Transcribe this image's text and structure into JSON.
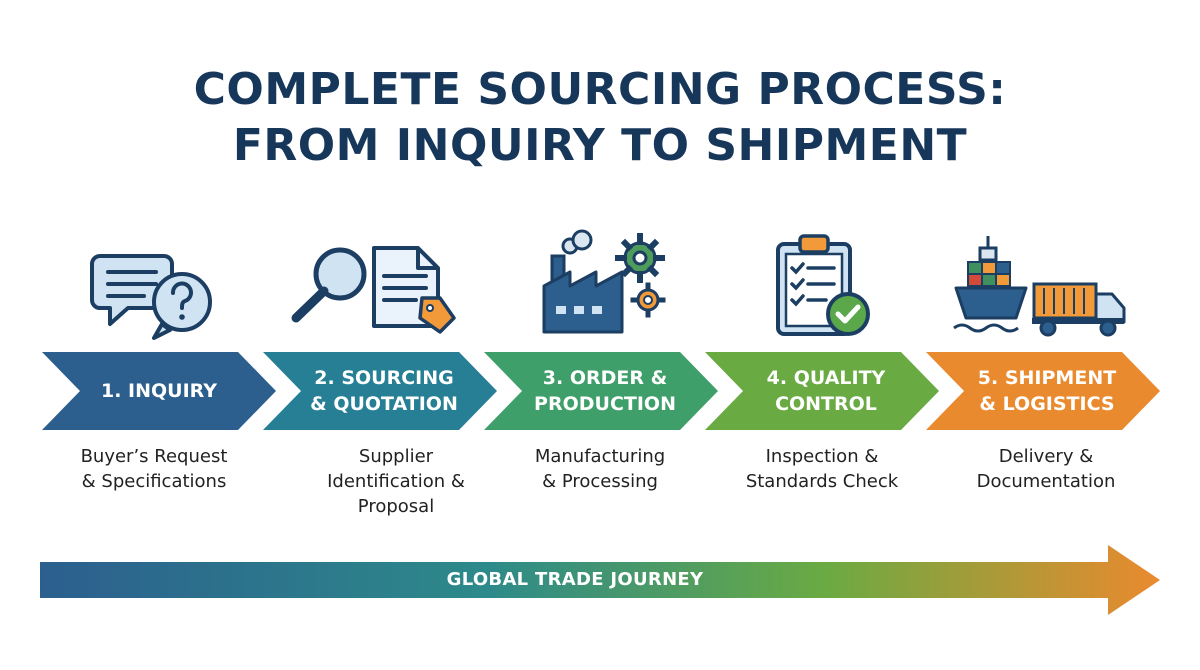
{
  "title": {
    "line1": "COMPLETE SOURCING PROCESS:",
    "line2": "FROM INQUIRY TO SHIPMENT"
  },
  "steps": [
    {
      "label": "1. INQUIRY",
      "description": "Buyer’s Request\n& Specifications",
      "color": "#2c5f8e",
      "icon": "chat-question-icon"
    },
    {
      "label": "2. SOURCING\n& QUOTATION",
      "description": "Supplier\nIdentification &\nProposal",
      "color": "#267f95",
      "icon": "search-document-icon"
    },
    {
      "label": "3. ORDER &\nPRODUCTION",
      "description": "Manufacturing\n& Processing",
      "color": "#3f9f6a",
      "icon": "factory-gear-icon"
    },
    {
      "label": "4. QUALITY\nCONTROL",
      "description": "Inspection &\nStandards Check",
      "color": "#6aaa43",
      "icon": "clipboard-check-icon"
    },
    {
      "label": "5. SHIPMENT\n& LOGISTICS",
      "description": "Delivery &\nDocumentation",
      "color": "#ea8a2e",
      "icon": "ship-truck-icon"
    }
  ],
  "journey": {
    "label": "GLOBAL TRADE JOURNEY",
    "gradient": [
      "#2c5f8e",
      "#2d8a8a",
      "#6aaa43",
      "#ea8a2e"
    ]
  }
}
